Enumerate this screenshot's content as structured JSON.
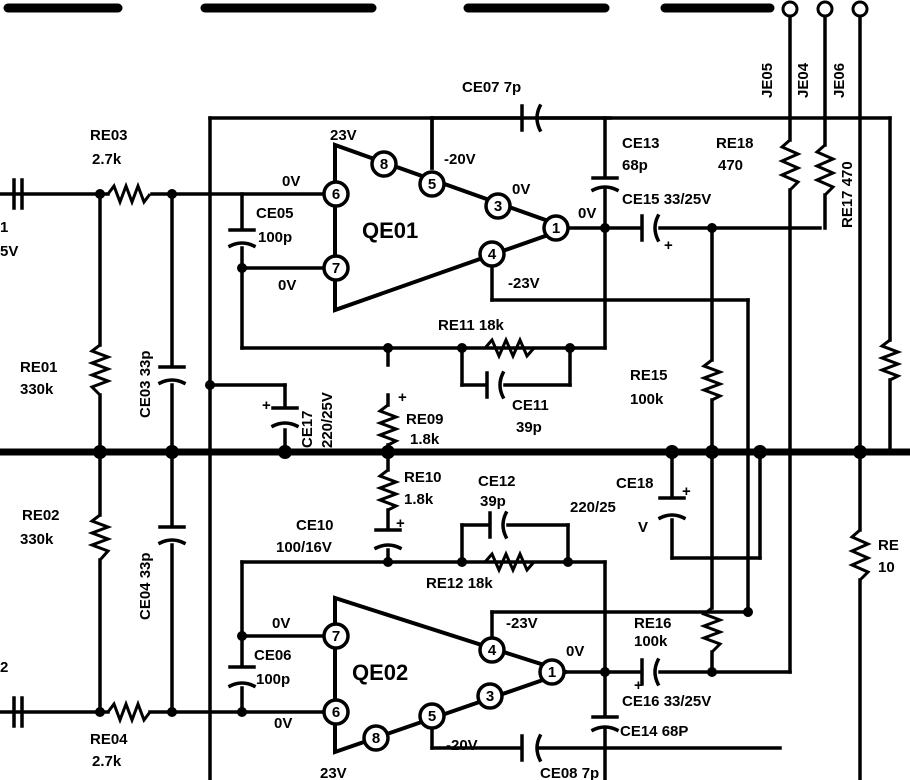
{
  "amps": {
    "qe01": {
      "name": "QE01",
      "pin_top": "8",
      "pin_v": "5",
      "pin_in1": "6",
      "pin_in2": "7",
      "pin_c": "3",
      "pin_neg": "4",
      "pin_out": "1"
    },
    "qe02": {
      "name": "QE02",
      "pin_top": "7",
      "pin_neg": "4",
      "pin_out": "1",
      "pin_in": "6",
      "pin_c": "3",
      "pin_v": "5",
      "pin_bot": "8"
    }
  },
  "voltages": {
    "qe01_pin8": "23V",
    "qe01_pin5": "-20V",
    "qe01_pin6": "0V",
    "qe01_pin7": "0V",
    "qe01_pin3": "0V",
    "qe01_pin1": "0V",
    "qe01_pin4": "-23V",
    "qe02_pin4": "-23V",
    "qe02_pin7": "0V",
    "qe02_pin1": "0V",
    "qe02_pin6": "0V",
    "qe02_pin5": "-20V",
    "qe02_pin8": "23V"
  },
  "components": {
    "ce07": "CE07 7p",
    "re03": "RE03",
    "re03_val": "2.7k",
    "ce05": "CE05",
    "ce05_val": "100p",
    "ce13": "CE13",
    "ce13_val": "68p",
    "re18": "RE18",
    "re18_val": "470",
    "ce15": "CE15 33/25V",
    "re17": "RE17 470",
    "re01": "RE01",
    "re01_val": "330k",
    "ce03": "CE03 33p",
    "re11": "RE11 18k",
    "ce17": "CE17",
    "ce17_val": "220/25V",
    "re09": "RE09",
    "re09_val": "1.8k",
    "ce11": "CE11",
    "ce11_val": "39p",
    "re15": "RE15",
    "re15_val": "100k",
    "re10": "RE10",
    "re10_val": "1.8k",
    "ce12": "CE12",
    "ce12_val": "39p",
    "ce18": "CE18",
    "ce18_val": "220/25",
    "ce18_unit": "V",
    "re02": "RE02",
    "re02_val": "330k",
    "ce04": "CE04 33p",
    "ce10": "CE10",
    "ce10_val": "100/16V",
    "re12": "RE12 18k",
    "re16": "RE16",
    "re16_val": "100k",
    "ce06": "CE06",
    "ce06_val": "100p",
    "ce16": "CE16 33/25V",
    "ce14": "CE14 68P",
    "re04": "RE04",
    "re04_val": "2.7k",
    "ce08": "CE08 7p",
    "re_right": "RE",
    "re_right_val": "10"
  },
  "edge_fragments": {
    "left_top_1": "1",
    "left_top_2": "5V",
    "left_bot": "2"
  },
  "jumpers": [
    "JE05",
    "JE04",
    "JE06"
  ],
  "polarity": "+"
}
